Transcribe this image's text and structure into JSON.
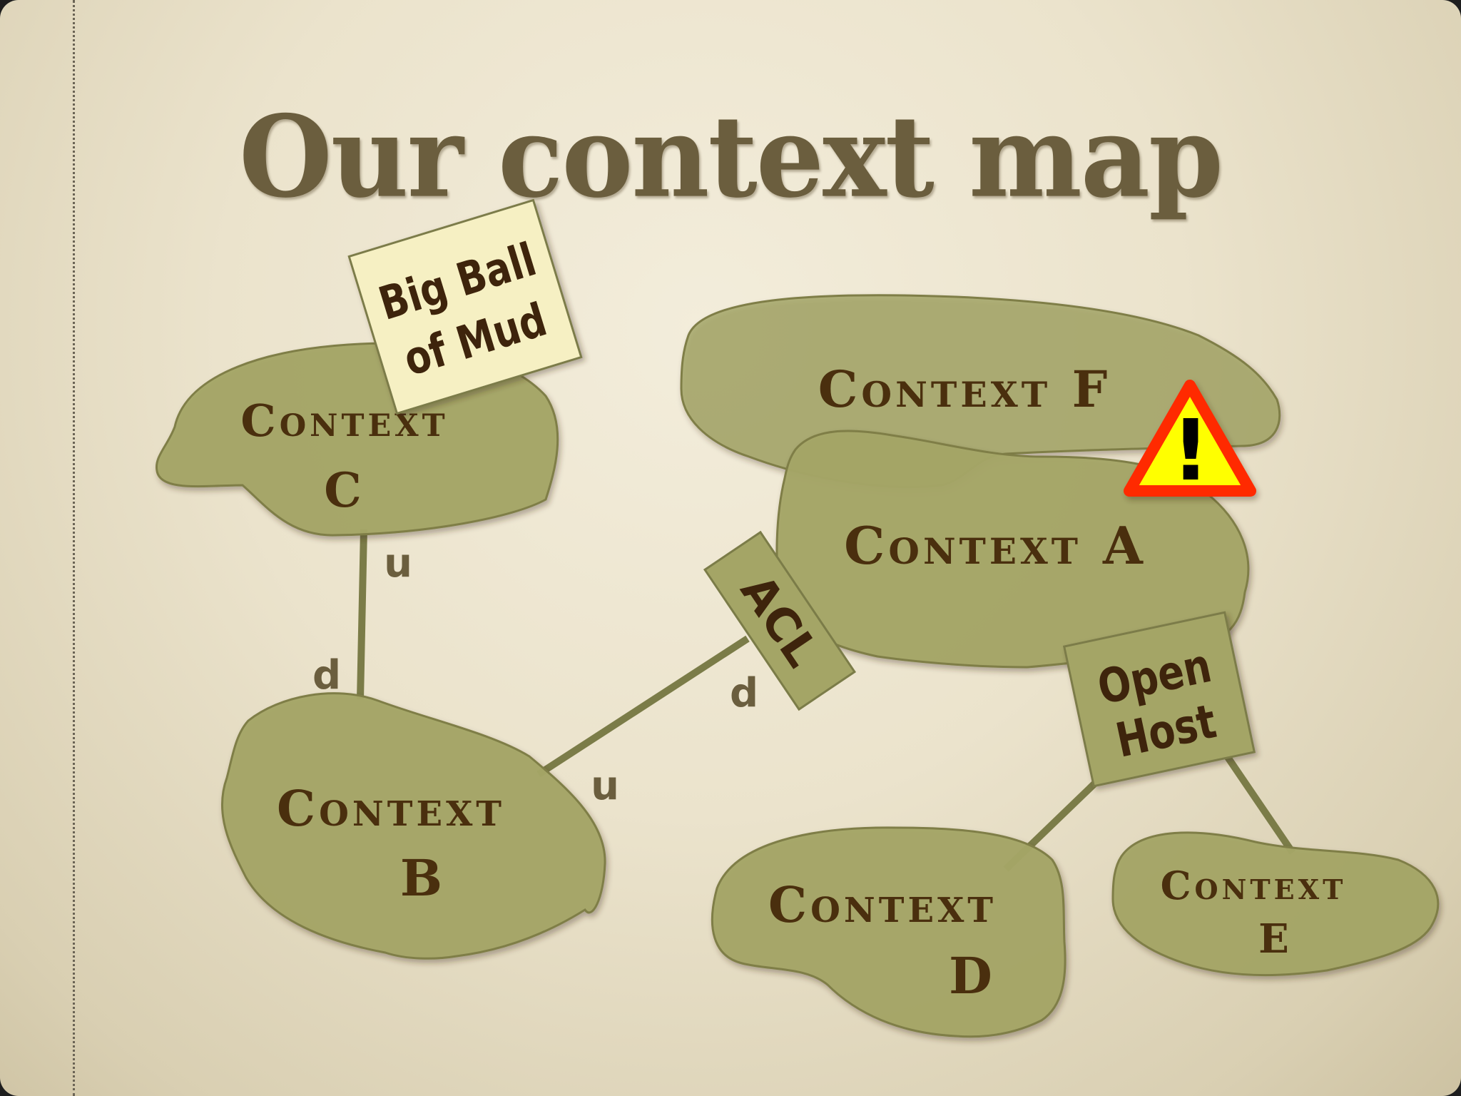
{
  "title": "Our context map",
  "colors": {
    "background": "#ece4cd",
    "title": "#6b5e3e",
    "context_fill": "#a4a566",
    "context_text": "#4a2f0e",
    "connector": "#7b7c48",
    "bbom_tag": "#f6f0c3",
    "warning_fill": "#ffff00",
    "warning_border": "#ff2a00"
  },
  "contexts": {
    "a": {
      "line1": "Context A",
      "line2": ""
    },
    "b": {
      "line1": "Context",
      "line2": "B"
    },
    "c": {
      "line1": "Context",
      "line2": "C"
    },
    "d": {
      "line1": "Context",
      "line2": "D"
    },
    "e": {
      "line1": "Context",
      "line2": "E"
    },
    "f": {
      "line1": "Context F",
      "line2": ""
    }
  },
  "patterns": {
    "big_ball_of_mud": {
      "line1": "Big Ball",
      "line2": "of Mud"
    },
    "acl": "ACL",
    "open_host": {
      "line1": "Open",
      "line2": "Host"
    }
  },
  "relationships": {
    "c_b": {
      "upstream": "u",
      "downstream": "d"
    },
    "a_b": {
      "upstream": "u",
      "downstream": "d"
    }
  },
  "warning": {
    "icon": "warning-triangle-icon",
    "symbol": "!"
  }
}
